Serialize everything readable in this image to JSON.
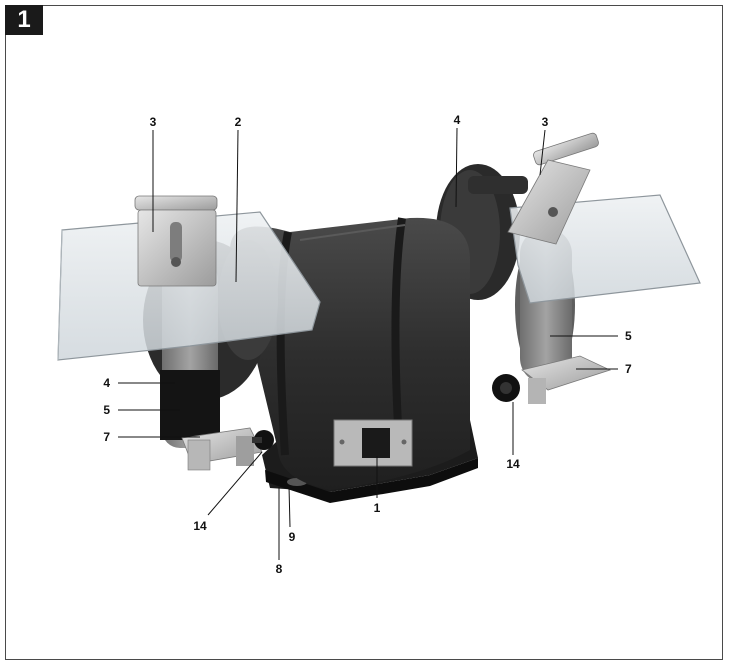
{
  "figure": {
    "number": "1"
  },
  "callouts": {
    "c3_left": "3",
    "c2": "2",
    "c4_top": "4",
    "c3_right": "3",
    "c5_right": "5",
    "c7_right": "7",
    "c14_right": "14",
    "c4_left": "4",
    "c5_left": "5",
    "c7_left": "7",
    "c14_left": "14",
    "c9": "9",
    "c8": "8",
    "c1": "1"
  },
  "colors": {
    "frame": "#4a4a4a",
    "badge": "#1a1a1a",
    "motor_body": "#3d3d3d",
    "shield": "#dfe4e8",
    "stone": "#8a8a8a",
    "bracket": "#c9c9c9"
  }
}
